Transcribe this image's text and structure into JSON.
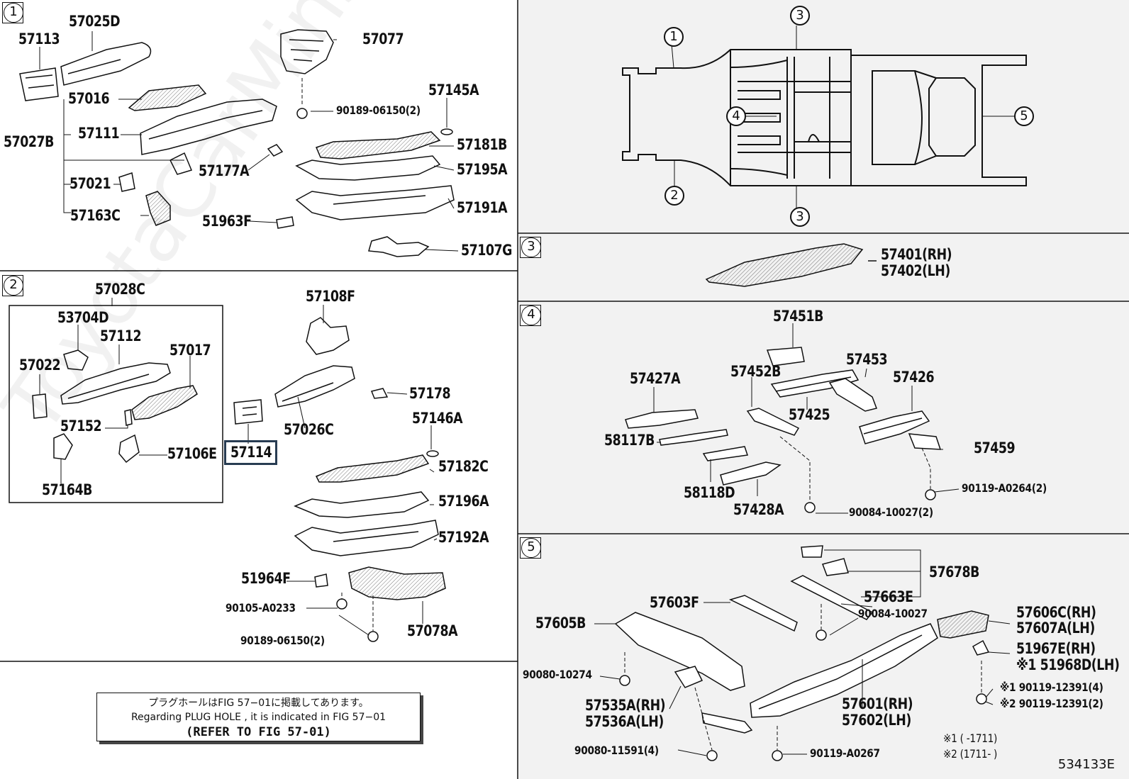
{
  "sections": {
    "s1": {
      "badge": "1"
    },
    "s2": {
      "badge": "2"
    },
    "s3": {
      "badge": "3"
    },
    "s4": {
      "badge": "4"
    },
    "s5": {
      "badge": "5"
    }
  },
  "overview": {
    "callouts": [
      "1",
      "3",
      "4",
      "5",
      "2",
      "3"
    ]
  },
  "section1_labels": [
    "57113",
    "57025D",
    "57077",
    "57016",
    "57145A",
    "57027B",
    "57111",
    "57181B",
    "57177A",
    "57195A",
    "57021",
    "57191A",
    "57163C",
    "51963F",
    "57107G",
    "90189-06150(2)"
  ],
  "section2_labels": [
    "57028C",
    "57108F",
    "53704D",
    "57112",
    "57017",
    "57022",
    "57152",
    "57106E",
    "57164B",
    "57178",
    "57026C",
    "57114",
    "57146A",
    "57182C",
    "57196A",
    "57192A",
    "51964F",
    "90105-A0233",
    "90189-06150(2)",
    "57078A"
  ],
  "highlighted_part": "57114",
  "section3_labels": [
    "57401(RH)",
    "57402(LH)"
  ],
  "section4_labels": [
    "57451B",
    "57453",
    "57452B",
    "57427A",
    "57426",
    "57425",
    "58117B",
    "57459",
    "58118D",
    "57428A",
    "90119-A0264(2)",
    "90084-10027(2)"
  ],
  "section5_labels": [
    "57678B",
    "57663E",
    "57603F",
    "90084-10027",
    "57605B",
    "57606C(RH)",
    "57607A(LH)",
    "51967E(RH)",
    "※1 51968D(LH)",
    "90080-10274",
    "※1 90119-12391(4)",
    "※2 90119-12391(2)",
    "57535A(RH)",
    "57536A(LH)",
    "57601(RH)",
    "57602(LH)",
    "90080-11591(4)",
    "90119-A0267"
  ],
  "footnotes": {
    "n1": "※1 (      -1711)",
    "n2": "※2 (1711-      )"
  },
  "note": {
    "line1": "プラグホールはFIG 57−01に掲載してあります。",
    "line2": "Regarding  PLUG  HOLE , it is indicated in  FIG  57−01",
    "line3": "(REFER TO FIG 57-01)"
  },
  "figure_id": "534133E",
  "watermark": "ToyotaCarMins.ru",
  "colors": {
    "line": "#111111",
    "panel_bg": "#f2f2f2",
    "highlight": "#283c52",
    "page_bg": "#ffffff"
  }
}
